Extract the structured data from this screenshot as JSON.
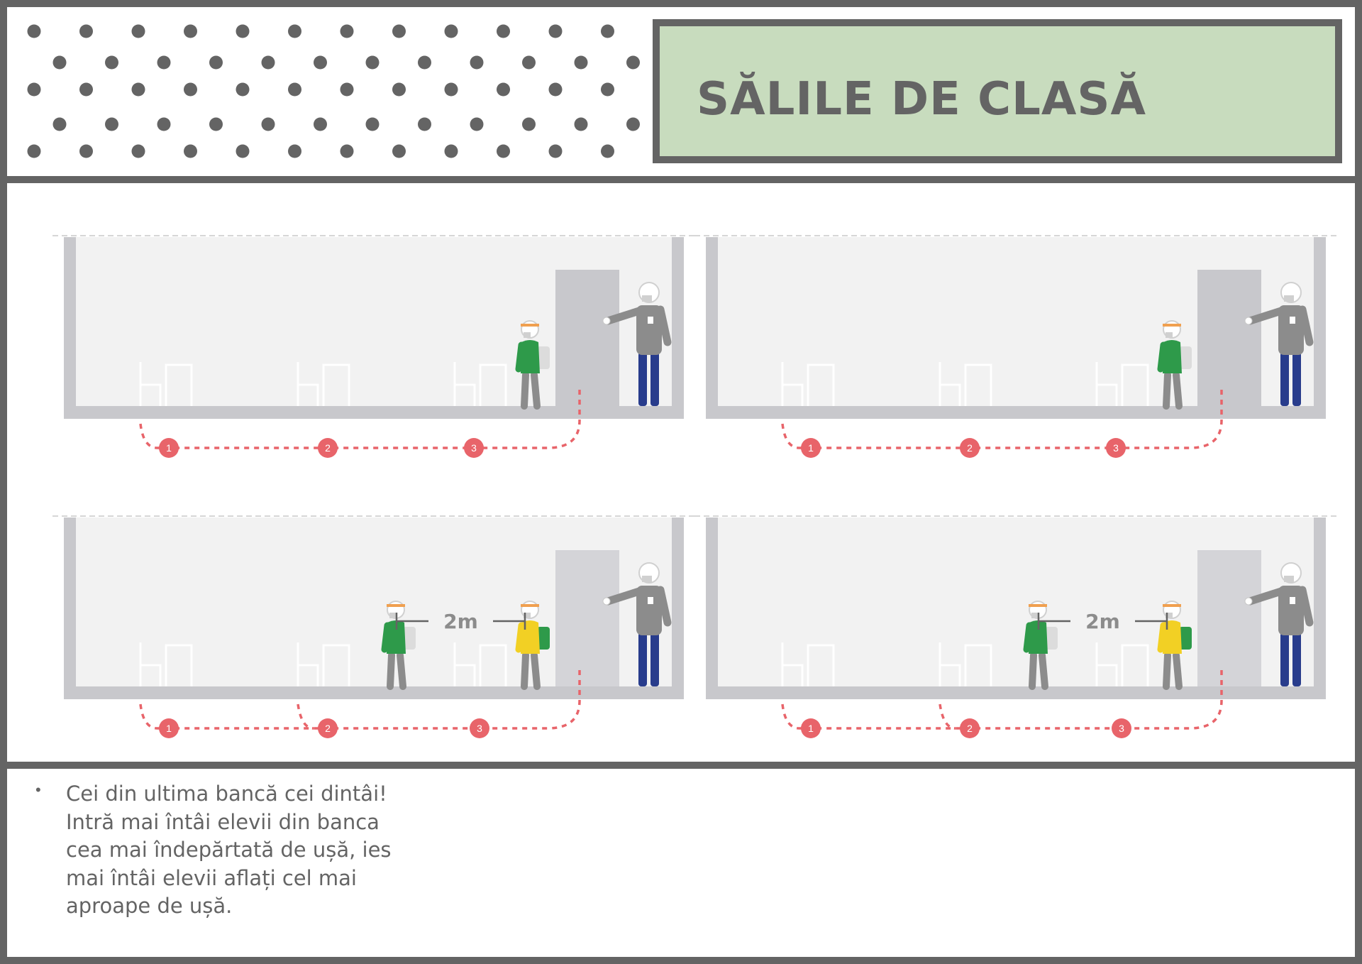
{
  "header": {
    "title": "SĂLILE DE CLASĂ"
  },
  "colors": {
    "frame": "#646464",
    "title_bg": "#c8dcbe",
    "room_bg": "#f2f2f2",
    "room_wall": "#c8c8cc",
    "door": "#c8c8cc",
    "route": "#e8646a",
    "student_jacket_green": "#2e9a4a",
    "student_jacket_yellow": "#f2d024",
    "teacher_shirt": "#8c8c8c",
    "teacher_pants": "#283c8c"
  },
  "scenes": {
    "scene_1": {
      "markers": [
        "1",
        "2",
        "3"
      ]
    },
    "scene_2": {
      "markers": [
        "1",
        "2",
        "3"
      ]
    },
    "scene_3": {
      "markers": [
        "1",
        "2",
        "3"
      ],
      "distance_label": "2m"
    },
    "scene_4": {
      "markers": [
        "1",
        "2",
        "3"
      ],
      "distance_label": "2m"
    }
  },
  "note": {
    "bullet": "•",
    "lines": [
      "Cei din ultima bancă cei dintâi!",
      "Intră mai întâi elevii din banca",
      "cea mai îndepărtată de ușă, ies",
      "mai întâi elevii aflați cel mai",
      "aproape de ușă."
    ]
  }
}
